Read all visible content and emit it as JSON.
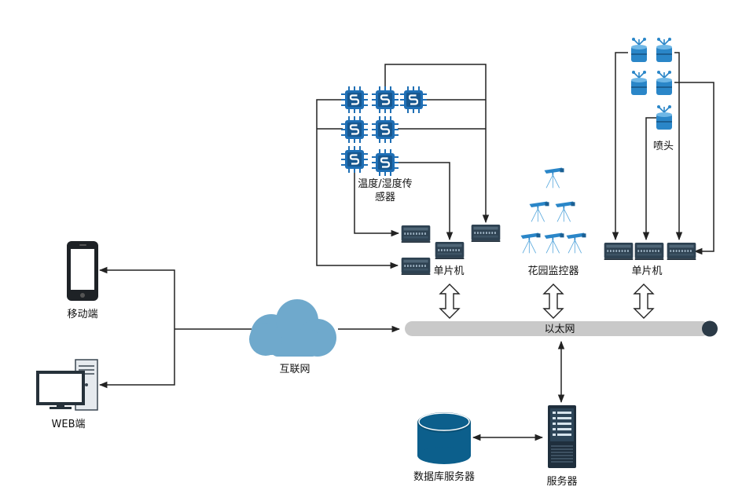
{
  "diagram": {
    "labels": {
      "sensors_line1": "温度/湿度传",
      "sensors_line2": "感器",
      "mcu_left": "单片机",
      "cameras": "花园监控器",
      "mcu_right": "单片机",
      "nozzles": "喷头",
      "ethernet": "以太网",
      "internet": "互联网",
      "mobile": "移动端",
      "web": "WEB端",
      "database": "数据库服务器",
      "server": "服务器"
    },
    "colors": {
      "chip_blue": "#1f6fb5",
      "chip_dark": "#17578f",
      "cloud": "#6fa9cc",
      "bus_gray": "#c9c9c9",
      "bus_end": "#2b3a47",
      "mcu_body": "#2e4252",
      "camera": "#2a86c8",
      "nozzle": "#2a86c8",
      "database": "#0c5f8c",
      "line": "#222222"
    },
    "icons": {
      "sensor": "chip-icon",
      "mcu": "microcontroller-icon",
      "camera": "surveillance-camera-icon",
      "nozzle": "sprinkler-nozzle-icon",
      "cloud": "cloud-icon",
      "phone": "smartphone-icon",
      "desktop": "desktop-computer-icon",
      "database": "database-icon",
      "server": "server-rack-icon"
    }
  }
}
